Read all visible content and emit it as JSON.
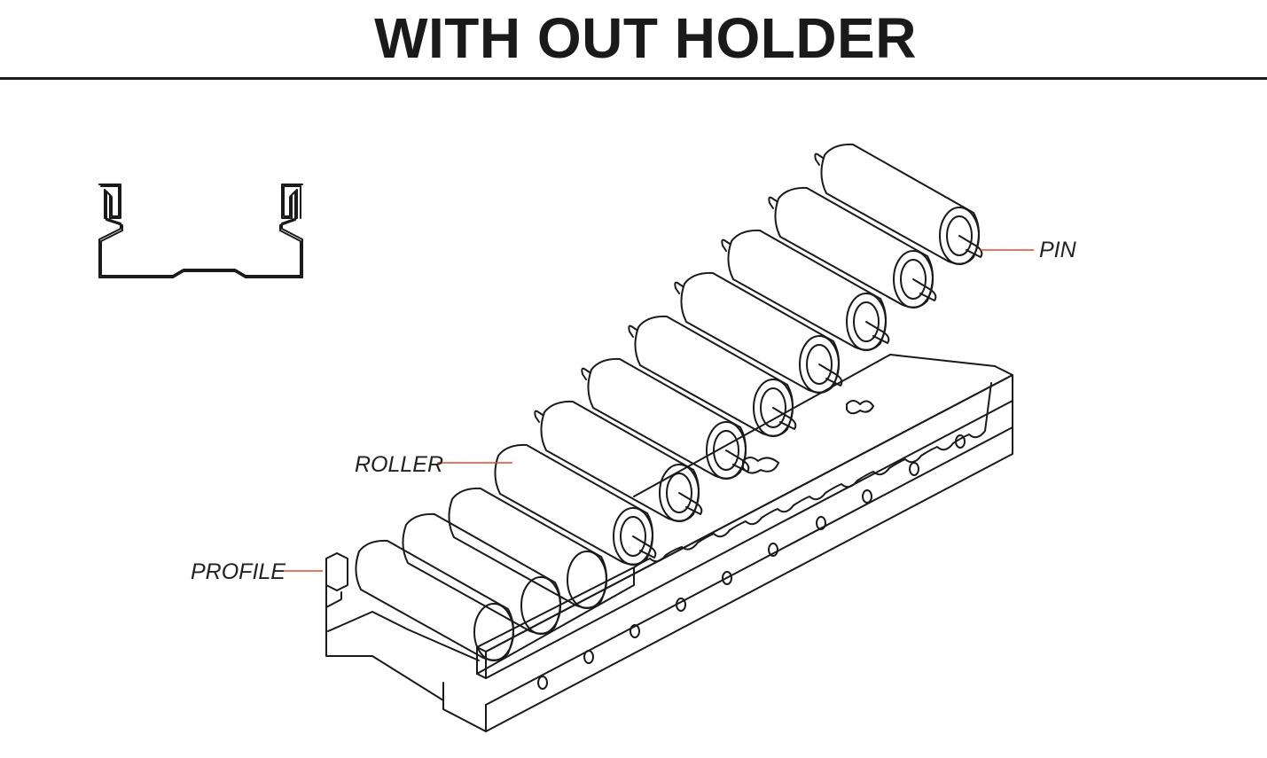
{
  "title": "WITH OUT HOLDER",
  "labels": {
    "pin": "PIN",
    "roller": "ROLLER",
    "profile": "PROFILE"
  },
  "colors": {
    "line": "#1a1a1a",
    "leader": "#e04a2f",
    "background": "#ffffff"
  }
}
